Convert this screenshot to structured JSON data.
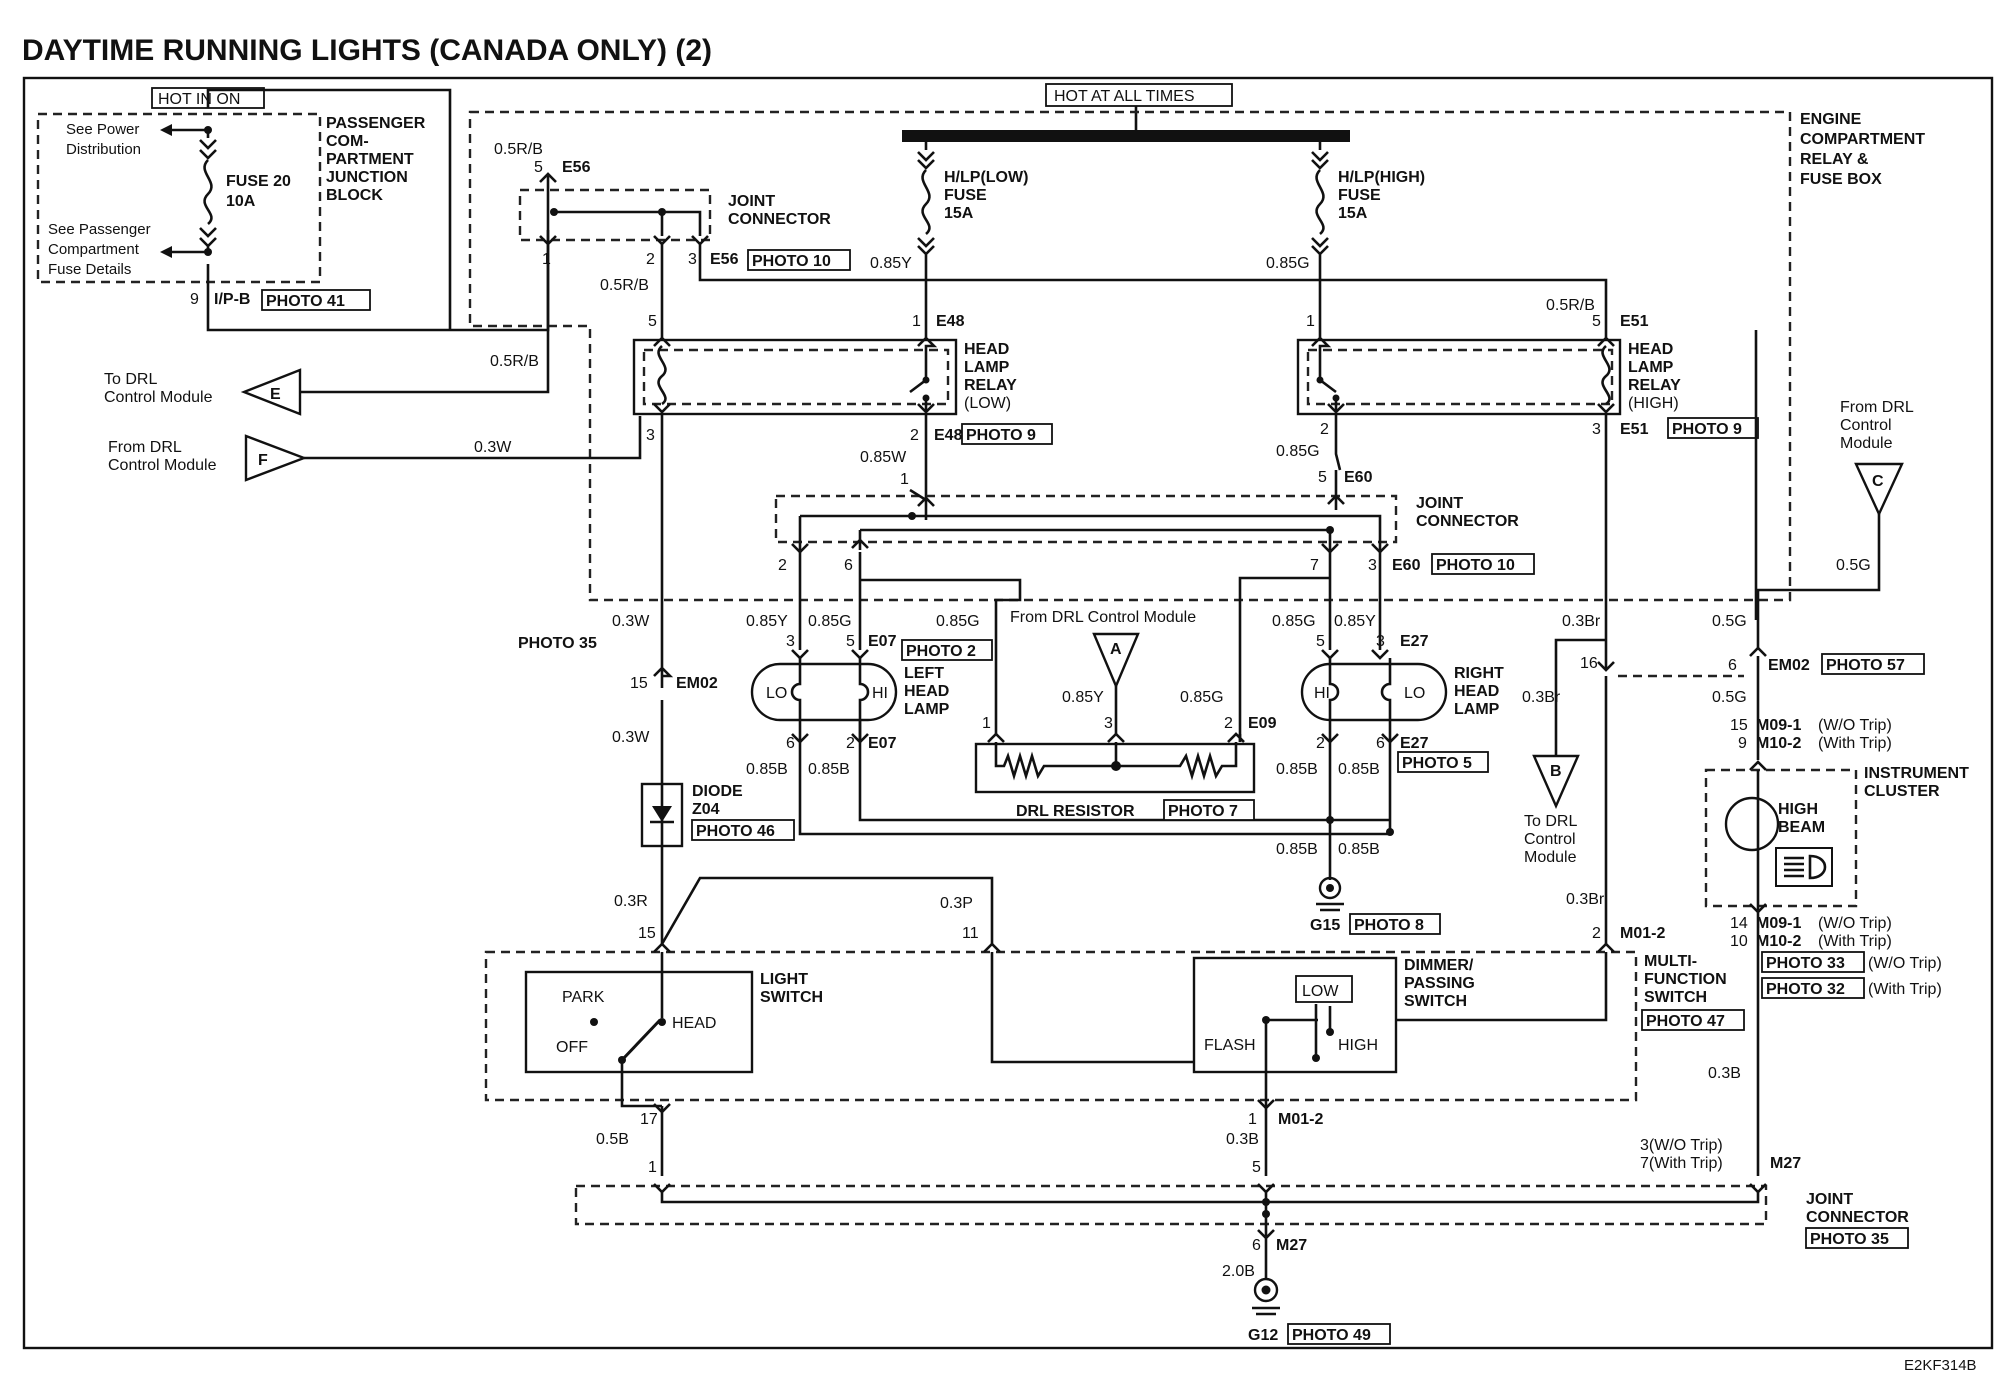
{
  "title": "DAYTIME RUNNING LIGHTS (CANADA ONLY) (2)",
  "hot_in_on": "HOT IN ON",
  "hot_at_all_times": "HOT AT ALL TIMES",
  "pcjb": {
    "see_power_1": "See Power",
    "see_power_2": "Distribution",
    "fuse_1": "FUSE 20",
    "fuse_2": "10A",
    "see_pass_1": "See Passenger",
    "see_pass_2": "Compartment",
    "see_pass_3": "Fuse Details",
    "name_1": "PASSENGER",
    "name_2": "COM-",
    "name_3": "PARTMENT",
    "name_4": "JUNCTION",
    "name_5": "BLOCK",
    "pin": "9",
    "conn": "I/P-B",
    "photo": "PHOTO 41"
  },
  "ecrfb": {
    "name_1": "ENGINE",
    "name_2": "COMPARTMENT",
    "name_3": "RELAY &",
    "name_4": "FUSE BOX"
  },
  "fuse_low": {
    "l1": "H/LP(LOW)",
    "l2": "FUSE",
    "l3": "15A"
  },
  "fuse_high": {
    "l1": "H/LP(HIGH)",
    "l2": "FUSE",
    "l3": "15A"
  },
  "joint1": {
    "l1": "JOINT",
    "l2": "CONNECTOR",
    "conn": "E56",
    "photo": "PHOTO 10",
    "p5": "5",
    "p1": "1",
    "p2": "2",
    "p3": "3"
  },
  "joint2": {
    "l1": "JOINT",
    "l2": "CONNECTOR",
    "conn": "E60",
    "photo": "PHOTO 10",
    "p1": "1",
    "p5": "5",
    "p2": "2",
    "p6": "6",
    "p7": "7",
    "p3": "3"
  },
  "joint3": {
    "l1": "JOINT",
    "l2": "CONNECTOR",
    "photo": "PHOTO 35",
    "conn": "M27",
    "p1": "1",
    "p5": "5",
    "p6": "6",
    "p3": "3(W/O Trip)",
    "p7": "7(With Trip)"
  },
  "relay_low": {
    "l1": "HEAD",
    "l2": "LAMP",
    "l3": "RELAY",
    "l4": "(LOW)",
    "conn": "E48",
    "photo": "PHOTO 9",
    "p5": "5",
    "p1": "1",
    "p3": "3",
    "p2": "2"
  },
  "relay_high": {
    "l1": "HEAD",
    "l2": "LAMP",
    "l3": "RELAY",
    "l4": "(HIGH)",
    "conn": "E51",
    "photo": "PHOTO 9",
    "p1": "1",
    "p5": "5",
    "p2": "2",
    "p3": "3"
  },
  "to_drl_e": {
    "l1": "To DRL",
    "l2": "Control Module",
    "letter": "E"
  },
  "from_drl_f": {
    "l1": "From DRL",
    "l2": "Control Module",
    "letter": "F"
  },
  "from_drl_a": {
    "l1": "From DRL Control Module",
    "letter": "A"
  },
  "to_drl_b": {
    "l1": "To DRL",
    "l2": "Control",
    "l3": "Module",
    "letter": "B"
  },
  "from_drl_c": {
    "l1": "From DRL",
    "l2": "Control",
    "l3": "Module",
    "letter": "C"
  },
  "left_lamp": {
    "l1": "LEFT",
    "l2": "HEAD",
    "l3": "LAMP",
    "lo": "LO",
    "hi": "HI",
    "conn": "E07",
    "photo": "PHOTO 2",
    "p3": "3",
    "p5": "5",
    "p6": "6",
    "p2": "2"
  },
  "right_lamp": {
    "l1": "RIGHT",
    "l2": "HEAD",
    "l3": "LAMP",
    "lo": "LO",
    "hi": "HI",
    "conn": "E27",
    "photo": "PHOTO 5",
    "p5": "5",
    "p3": "3",
    "p2": "2",
    "p6": "6"
  },
  "drl_resistor": {
    "name": "DRL RESISTOR",
    "photo": "PHOTO 7",
    "conn": "E09",
    "p1": "1",
    "p3": "3",
    "p2": "2"
  },
  "diode": {
    "l1": "DIODE",
    "l2": "Z04",
    "photo": "PHOTO 46"
  },
  "em02_left": {
    "photo": "PHOTO 35",
    "pin": "15",
    "conn": "EM02"
  },
  "em02_right": {
    "pin": "6",
    "conn": "EM02",
    "photo": "PHOTO 57"
  },
  "g15": {
    "name": "G15",
    "photo": "PHOTO 8"
  },
  "g12": {
    "name": "G12",
    "photo": "PHOTO 49"
  },
  "cluster": {
    "l1": "INSTRUMENT",
    "l2": "CLUSTER",
    "hb1": "HIGH",
    "hb2": "BEAM",
    "top_p1": "15",
    "top_c1": "M09-1",
    "top_n1": "(W/O Trip)",
    "top_p2": "9",
    "top_c2": "M10-2",
    "top_n2": "(With Trip)",
    "bot_p1": "14",
    "bot_c1": "M09-1",
    "bot_n1": "(W/O Trip)",
    "bot_p2": "10",
    "bot_c2": "M10-2",
    "bot_n2": "(With Trip)",
    "photo33": "PHOTO 33",
    "note33": "(W/O Trip)",
    "photo32": "PHOTO 32",
    "note32": "(With Trip)"
  },
  "mfs": {
    "l1": "MULTI-",
    "l2": "FUNCTION",
    "l3": "SWITCH",
    "photo": "PHOTO 47",
    "conn_top": "M01-2",
    "conn_bot": "M01-2",
    "p15": "15",
    "p11": "11",
    "p2": "2",
    "p17": "17",
    "p1": "1"
  },
  "light_switch": {
    "l1": "LIGHT",
    "l2": "SWITCH",
    "park": "PARK",
    "head": "HEAD",
    "off": "OFF"
  },
  "dimmer": {
    "l1": "DIMMER/",
    "l2": "PASSING",
    "l3": "SWITCH",
    "low": "LOW",
    "flash": "FLASH",
    "high": "HIGH"
  },
  "wires": {
    "w05rb_a": "0.5R/B",
    "w05rb_b": "0.5R/B",
    "w05rb_c": "0.5R/B",
    "w05rb_d": "0.5R/B",
    "w085y_a": "0.85Y",
    "w085g_a": "0.85G",
    "w03w_a": "0.3W",
    "w085w": "0.85W",
    "w085g_b": "0.85G",
    "w03w_b": "0.3W",
    "w03w_c": "0.3W",
    "w085y_l": "0.85Y",
    "w085g_l": "0.85G",
    "w085g_m": "0.85G",
    "w085y_res": "0.85Y",
    "w085g_res": "0.85G",
    "w085g_r": "0.85G",
    "w085y_r": "0.85Y",
    "w03br_a": "0.3Br",
    "w03br_b": "0.3Br",
    "w03br_c": "0.3Br",
    "w05g_a": "0.5G",
    "w05g_b": "0.5G",
    "w05g_c": "0.5G",
    "w085b_1": "0.85B",
    "w085b_2": "0.85B",
    "w085b_3": "0.85B",
    "w085b_4": "0.85B",
    "w085b_5": "0.85B",
    "w085b_6": "0.85B",
    "w03r": "0.3R",
    "w03p": "0.3P",
    "w05b": "0.5B",
    "w03b_a": "0.3B",
    "w03b_b": "0.3B",
    "w20b": "2.0B",
    "pin16": "16",
    "pin6m27": "6"
  },
  "footer_code": "E2KF314B"
}
